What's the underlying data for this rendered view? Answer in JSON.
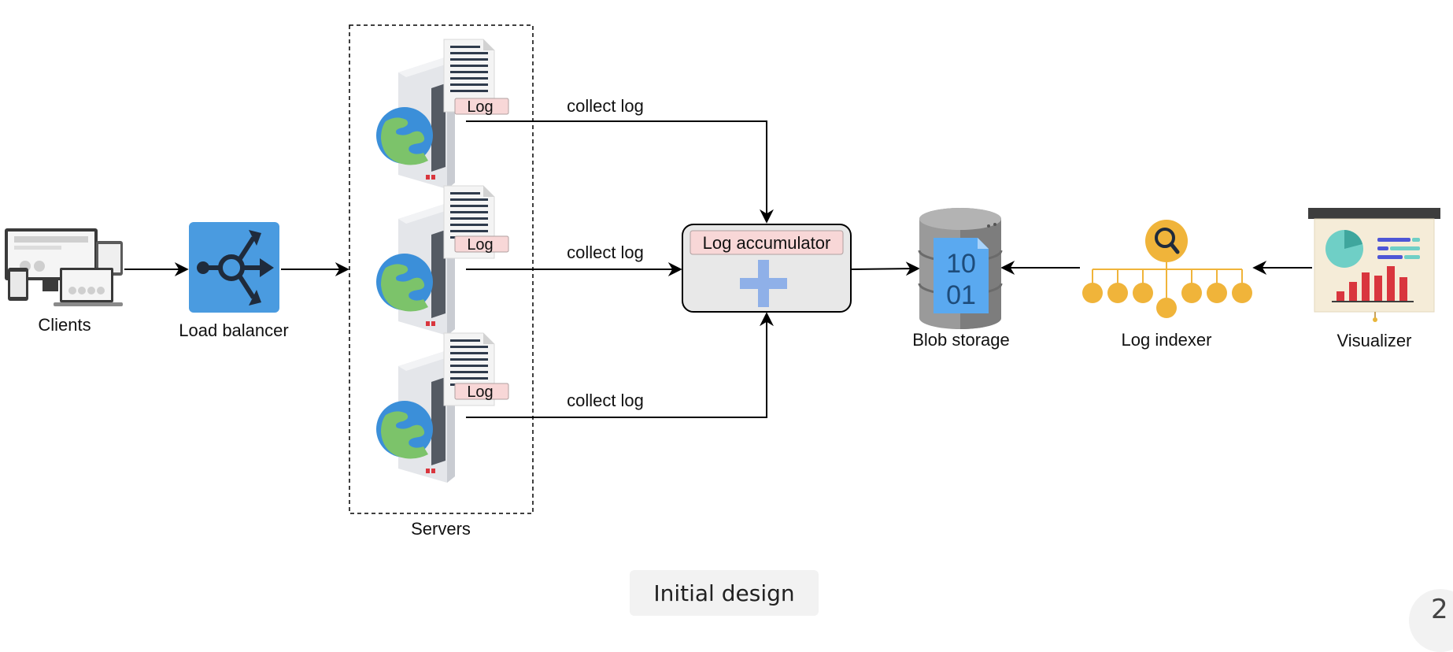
{
  "diagram": {
    "nodes": {
      "clients": "Clients",
      "load_balancer": "Load balancer",
      "servers": "Servers",
      "log_badge": "Log",
      "log_accumulator": "Log accumulator",
      "blob_storage": "Blob storage",
      "blob_bits_top": "10",
      "blob_bits_bottom": "01",
      "log_indexer": "Log indexer",
      "visualizer": "Visualizer"
    },
    "edges": {
      "collect_log_1": "collect log",
      "collect_log_2": "collect log",
      "collect_log_3": "collect log"
    },
    "colors": {
      "load_balancer": "#4a9be0",
      "log_badge": "#f8d7d7",
      "accumulator_fill": "#e8e8e8",
      "plus": "#8fb0e8",
      "storage_grey": "#9a9a9a",
      "storage_blue": "#5aa9f0",
      "indexer": "#f0b43a"
    }
  },
  "caption": "Initial design",
  "page_number": "2"
}
